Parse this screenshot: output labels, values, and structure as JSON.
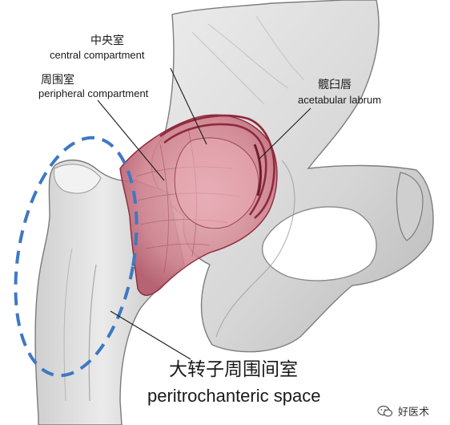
{
  "labels": {
    "central_zh": "中央室",
    "central_en": "central compartment",
    "peripheral_zh": "周围室",
    "peripheral_en": "peripheral compartment",
    "labrum_zh": "髋臼唇",
    "labrum_en": "acetabular labrum",
    "peritrochanteric_zh": "大转子周围间室",
    "peritrochanteric_en": "peritrochanteric space"
  },
  "watermark": {
    "icon": "wechat-icon",
    "text": "好医术"
  },
  "colors": {
    "bone": "#dcdcdc",
    "bone_shade": "#a9a9a9",
    "capsule": "#c9707e",
    "capsule_edge": "#8e2a3c",
    "ellipse": "#3f78c2"
  }
}
